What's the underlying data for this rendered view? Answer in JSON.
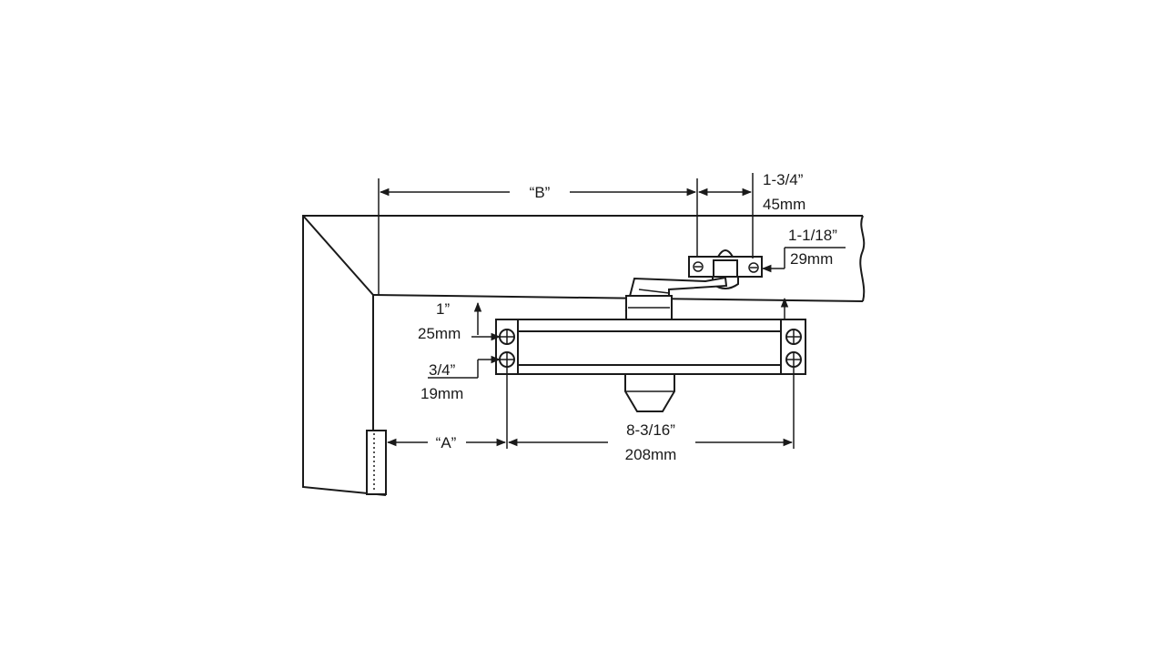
{
  "dimensions": {
    "b_label": "“B”",
    "a_label": "“A”",
    "bracket_width_in": "1-3/4”",
    "bracket_width_mm": "45mm",
    "bracket_drop_in": "1-1/18”",
    "bracket_drop_mm": "29mm",
    "top_offset_in": "1”",
    "top_offset_mm": "25mm",
    "hole_spacing_in": "3/4”",
    "hole_spacing_mm": "19mm",
    "body_length_in": "8-3/16”",
    "body_length_mm": "208mm"
  },
  "colors": {
    "line": "#1a1a1a",
    "background": "#ffffff"
  }
}
